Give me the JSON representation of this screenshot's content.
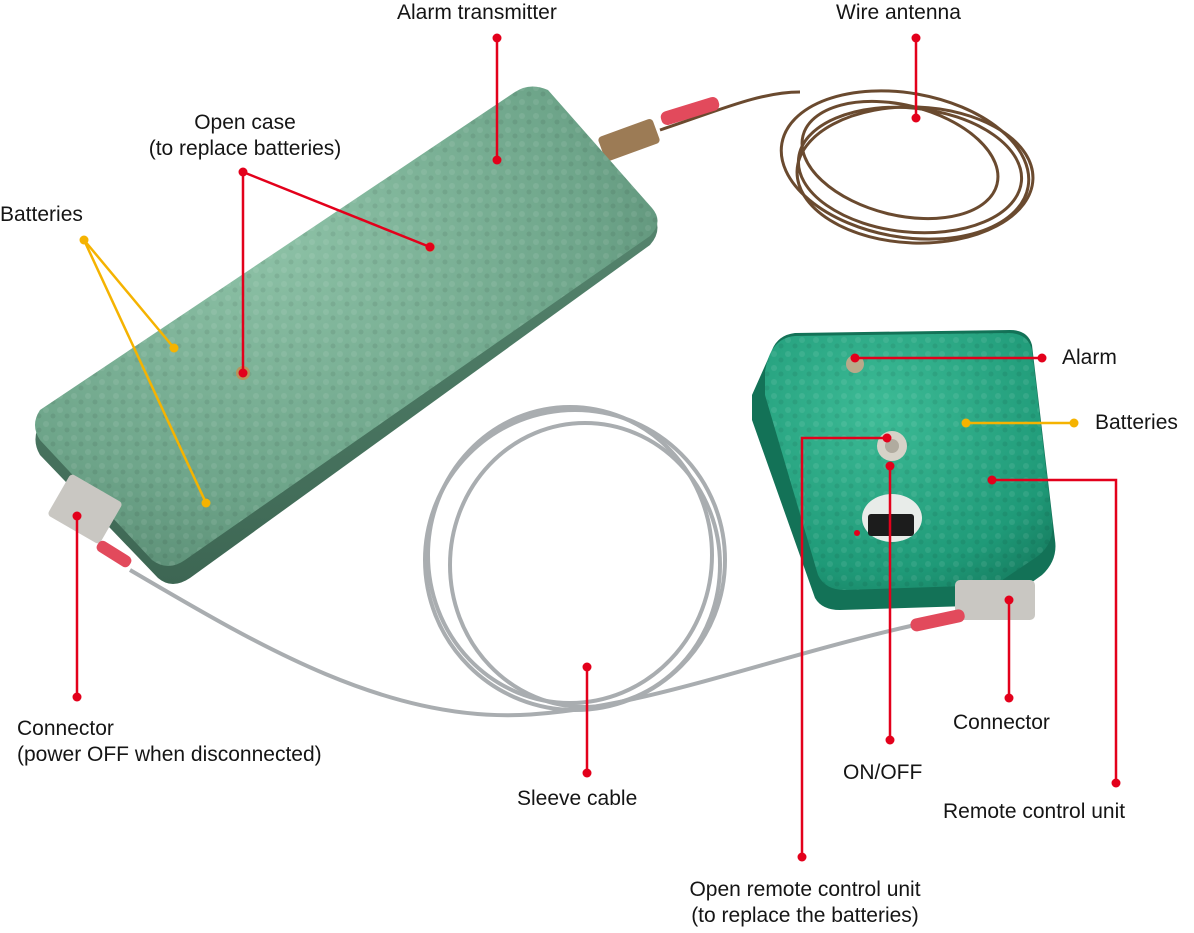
{
  "title": "",
  "colors": {
    "leader_red": "#e3001b",
    "leader_yellow": "#f5b301",
    "transmitter_green": "#6ea58a",
    "remote_green": "#1f9a78",
    "cable_grey": "#a9adb0",
    "antenna_brown": "#6a4a2f"
  },
  "labels": {
    "alarm_transmitter": "Alarm transmitter",
    "wire_antenna": "Wire antenna",
    "open_case_line1": "Open case",
    "open_case_line2": "(to replace batteries)",
    "batteries_left": "Batteries",
    "alarm": "Alarm",
    "batteries_right": "Batteries",
    "connector_left_line1": "Connector",
    "connector_left_line2": "(power OFF when disconnected)",
    "sleeve_cable": "Sleeve cable",
    "on_off": "ON/OFF",
    "connector_right": "Connector",
    "remote_control_unit": "Remote control unit",
    "open_remote_line1": "Open remote control unit",
    "open_remote_line2": "(to replace the batteries)"
  }
}
